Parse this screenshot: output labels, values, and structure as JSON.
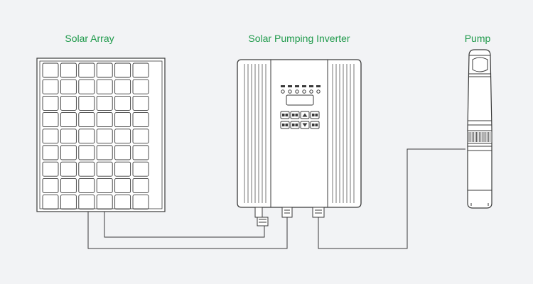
{
  "labels": {
    "solar_array": "Solar Array",
    "inverter": "Solar Pumping Inverter",
    "pump": "Pump"
  },
  "colors": {
    "background": "#f2f3f5",
    "label": "#1f9a4b",
    "line": "#3a3a3a",
    "fill": "#ffffff"
  },
  "icons": {
    "keypad": [
      "square-square",
      "square-square",
      "up-arrow",
      "square-square",
      "square-square",
      "square-square",
      "down-arrow",
      "square-square"
    ]
  },
  "indicator_leds": 6,
  "solar_panel_grid": {
    "rows": 9,
    "cols": 6
  }
}
